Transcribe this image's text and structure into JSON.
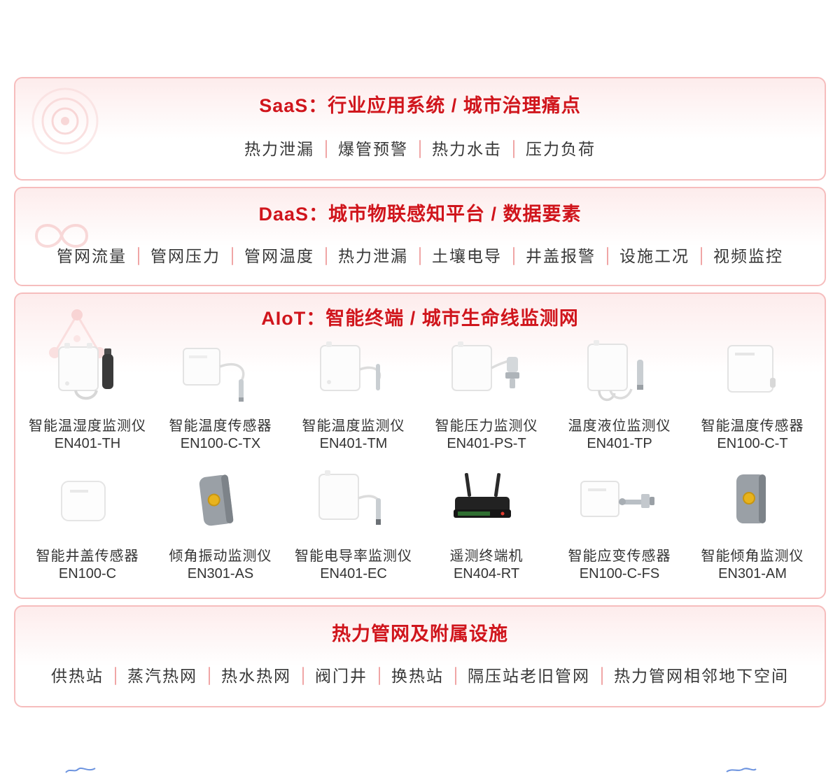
{
  "colors": {
    "accent_red": "#d0151c",
    "border_pink": "#f6bdbd",
    "band_pink": "#fdecec",
    "separator_pink": "#f0a6a6",
    "text_dark": "#383838"
  },
  "sections": {
    "saas": {
      "title": "SaaS：行业应用系统 / 城市治理痛点",
      "watermark_icon": "target-rings-icon",
      "items": [
        "热力泄漏",
        "爆管预警",
        "热力水击",
        "压力负荷"
      ]
    },
    "daas": {
      "title": "DaaS：城市物联感知平台 / 数据要素",
      "watermark_icon": "infinity-icon",
      "items": [
        "管网流量",
        "管网压力",
        "管网温度",
        "热力泄漏",
        "土壤电导",
        "井盖报警",
        "设施工况",
        "视频监控"
      ]
    },
    "aiot": {
      "title": "AIoT：智能终端 / 城市生命线监测网",
      "watermark_icon": "network-nodes-icon",
      "products": [
        {
          "name": "智能温湿度监测仪",
          "model": "EN401-TH",
          "image": "white-box-with-black-probe"
        },
        {
          "name": "智能温度传感器",
          "model": "EN100-C-TX",
          "image": "white-tile-with-cable-probe"
        },
        {
          "name": "智能温度监测仪",
          "model": "EN401-TM",
          "image": "white-box-with-cable-probe"
        },
        {
          "name": "智能压力监测仪",
          "model": "EN401-PS-T",
          "image": "white-box-with-pressure-transmitter"
        },
        {
          "name": "温度液位监测仪",
          "model": "EN401-TP",
          "image": "white-box-with-two-cables"
        },
        {
          "name": "智能温度传感器",
          "model": "EN100-C-T",
          "image": "white-box-plain"
        },
        {
          "name": "智能井盖传感器",
          "model": "EN100-C",
          "image": "white-flat-tile"
        },
        {
          "name": "倾角振动监测仪",
          "model": "EN301-AS",
          "image": "gray-device-yellow-button-tilted"
        },
        {
          "name": "智能电导率监测仪",
          "model": "EN401-EC",
          "image": "white-box-with-conductivity-probe"
        },
        {
          "name": "遥测终端机",
          "model": "EN404-RT",
          "image": "black-router-two-antennas"
        },
        {
          "name": "智能应变传感器",
          "model": "EN100-C-FS",
          "image": "white-tile-with-metal-bracket"
        },
        {
          "name": "智能倾角监测仪",
          "model": "EN301-AM",
          "image": "gray-device-yellow-button"
        }
      ]
    },
    "facilities": {
      "title": "热力管网及附属设施",
      "items": [
        "供热站",
        "蒸汽热网",
        "热水热网",
        "阀门井",
        "换热站",
        "隔压站老旧管网",
        "热力管网相邻地下空间"
      ]
    }
  }
}
